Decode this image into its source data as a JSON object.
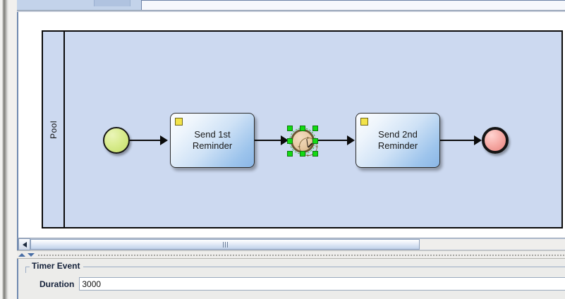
{
  "window": {
    "tabstrip_present": true
  },
  "diagram": {
    "pool_label": "Pool",
    "start_event_name": "start-event",
    "end_event_name": "end-event",
    "tasks": [
      {
        "label": "Send 1st\nReminder",
        "marker": "message-marker"
      },
      {
        "label": "Send 2nd\nReminder",
        "marker": "message-marker"
      }
    ],
    "timer_event": {
      "name": "timer-intermediate-event",
      "selected": true,
      "handle_color": "#13da13"
    },
    "colors": {
      "pool_fill": "#ccd9f0",
      "task_fill_light": "#fdfeff",
      "task_fill_dark": "#8ab6e6",
      "task_marker": "#f2e34a",
      "start_event_fill": "#d9ec8f",
      "end_event_fill": "#f6aaa5",
      "timer_face": "#e7caa4",
      "selection_handle": "#13da13"
    }
  },
  "scrollbar": {
    "left_arrow_label": "◀",
    "thumb_grip": "grip-lines"
  },
  "splitter": {
    "collapse_up_label": "▲",
    "collapse_down_label": "▼"
  },
  "properties": {
    "group_title": "Timer Event",
    "duration_label": "Duration",
    "duration_value": "3000",
    "duration_placeholder": ""
  }
}
